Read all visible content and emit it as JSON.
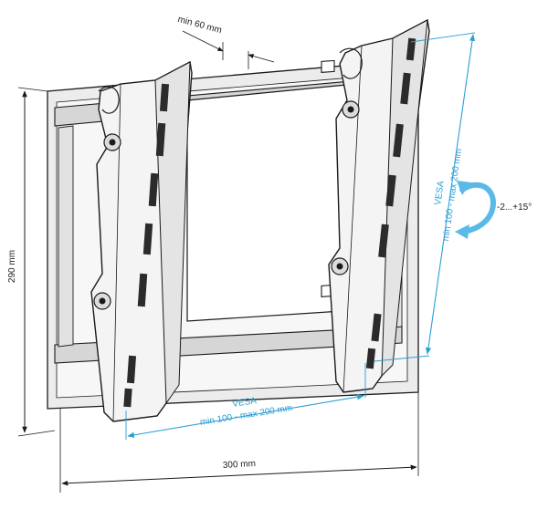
{
  "dimensions": {
    "height_label": "290 mm",
    "width_label": "300 mm",
    "depth_label": "min 60 mm"
  },
  "vesa_horizontal": {
    "title": "VESA",
    "range": "min 100 - max 200 mm"
  },
  "vesa_vertical": {
    "title": "VESA",
    "range": "min 100 - max 200 mm"
  },
  "tilt": {
    "label": "-2...+15°"
  },
  "colors": {
    "accent": "#2a9fd6",
    "outline": "#1a1a1a",
    "bracket_fill": "#f4f4f4",
    "panel_fill": "#e8e8e8",
    "bar_fill": "#d6d6d6"
  }
}
